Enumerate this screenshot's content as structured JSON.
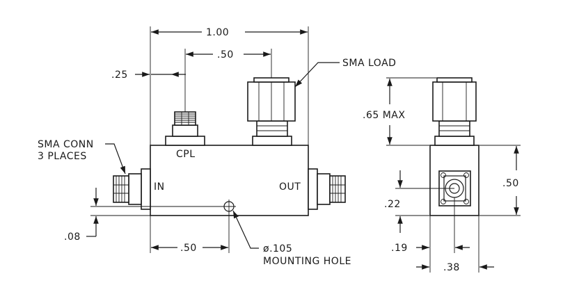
{
  "dimensions": {
    "overall_width": "1.00",
    "load_offset": ".50",
    "cpl_offset": ".25",
    "max_height": ".65 MAX",
    "body_height": ".50",
    "hole_height": ".08",
    "hole_position": ".50",
    "side_conn_height": ".22",
    "side_conn_left": ".19",
    "side_body_width": ".38"
  },
  "labels": {
    "sma_load": "SMA LOAD",
    "sma_conn_line1": "SMA CONN",
    "sma_conn_line2": "3 PLACES",
    "cpl": "CPL",
    "in": "IN",
    "out": "OUT",
    "hole_dia": "ø.105",
    "mounting_hole": "MOUNTING HOLE"
  }
}
